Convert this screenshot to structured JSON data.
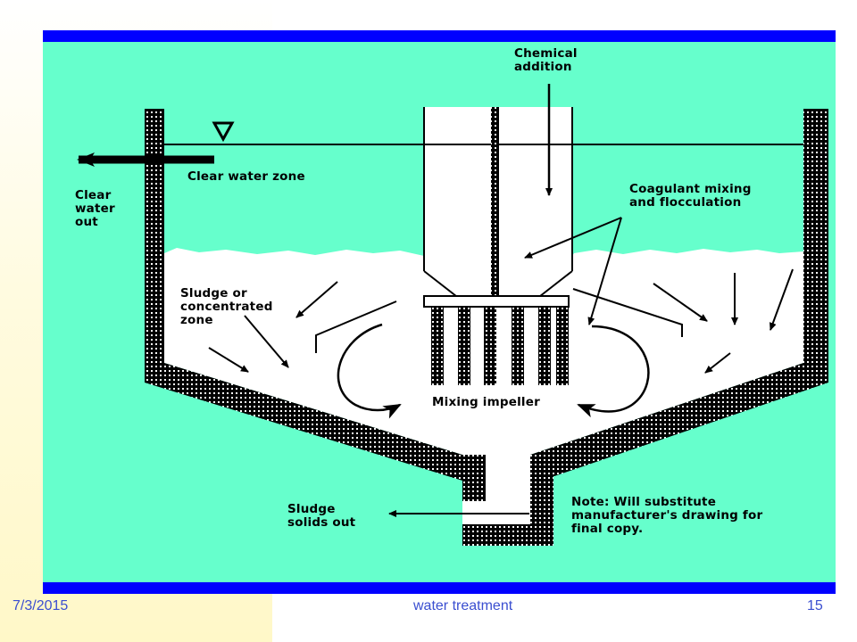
{
  "colors": {
    "background": "#66ffcc",
    "border": "#0000ff",
    "footer_text": "#3a4ed0",
    "slide_side": "#fff8c8"
  },
  "diagram": {
    "labels": {
      "chemical_addition": "Chemical\naddition",
      "clear_water_zone": "Clear water zone",
      "clear_water_out": "Clear\nwater\nout",
      "coagulant_mixing": "Coagulant mixing\nand flocculation",
      "sludge_zone": "Sludge or\nconcentrated\nzone",
      "mixing_impeller": "Mixing impeller",
      "sludge_solids_out": "Sludge\nsolids out",
      "note": "Note:  Will substitute\nmanufacturer's drawing for\nfinal copy."
    }
  },
  "footer": {
    "date": "7/3/2015",
    "title": "water treatment",
    "page": "15"
  }
}
